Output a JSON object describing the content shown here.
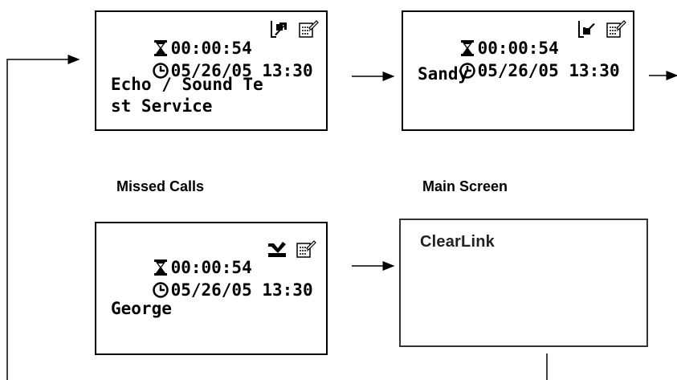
{
  "screens": [
    {
      "timer": "00:00:54",
      "datetime": "05/26/05 13:30",
      "line1": "Echo / Sound Te",
      "line2": "st Service",
      "call_icon": "outgoing-call-arrow-icon",
      "note_icon": "notepad-icon"
    },
    {
      "timer": "00:00:54",
      "datetime": "05/26/05 13:30",
      "line1": "Sandy",
      "line2": "",
      "call_icon": "incoming-call-arrow-icon",
      "note_icon": "notepad-icon"
    },
    {
      "timer": "00:00:54",
      "datetime": "05/26/05 13:30",
      "line1": "George",
      "line2": "",
      "call_icon": "missed-call-icon",
      "note_icon": "notepad-icon"
    },
    {
      "title": "ClearLink"
    }
  ],
  "captions": {
    "missed": "Missed Calls",
    "main": "Main Screen"
  },
  "colors": {
    "ink": "#000000",
    "background": "#ffffff"
  }
}
